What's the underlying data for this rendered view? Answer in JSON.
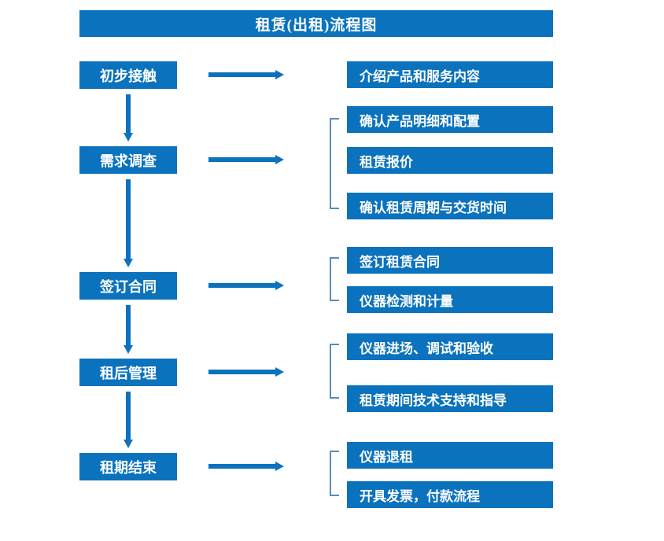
{
  "colors": {
    "box_fill": "#0b72bd",
    "arrow": "#0b72bd",
    "bracket": "#5b8cb8",
    "box_text": "#ffffff",
    "background": "#ffffff"
  },
  "title": "租赁(出租)流程图",
  "flow": {
    "stages": [
      {
        "label": "初步接触"
      },
      {
        "label": "需求调查"
      },
      {
        "label": "签订合同"
      },
      {
        "label": "租后管理"
      },
      {
        "label": "租期结束"
      }
    ],
    "connector_icons": {
      "stage_to_stage": "arrow-down-icon",
      "stage_to_detail": "arrow-right-icon",
      "group": "bracket-icon"
    }
  },
  "details": {
    "groups": [
      {
        "bracketed": false,
        "items": [
          {
            "label": "介绍产品和服务内容"
          }
        ]
      },
      {
        "bracketed": true,
        "items": [
          {
            "label": "确认产品明细和配置"
          },
          {
            "label": "租赁报价"
          },
          {
            "label": "确认租赁周期与交货时间"
          }
        ]
      },
      {
        "bracketed": true,
        "items": [
          {
            "label": "签订租赁合同"
          },
          {
            "label": "仪器检测和计量"
          }
        ]
      },
      {
        "bracketed": true,
        "items": [
          {
            "label": "仪器进场、调试和验收"
          },
          {
            "label": "租赁期间技术支持和指导"
          }
        ]
      },
      {
        "bracketed": true,
        "items": [
          {
            "label": "仪器退租"
          },
          {
            "label": "开具发票，付款流程"
          }
        ]
      }
    ]
  }
}
